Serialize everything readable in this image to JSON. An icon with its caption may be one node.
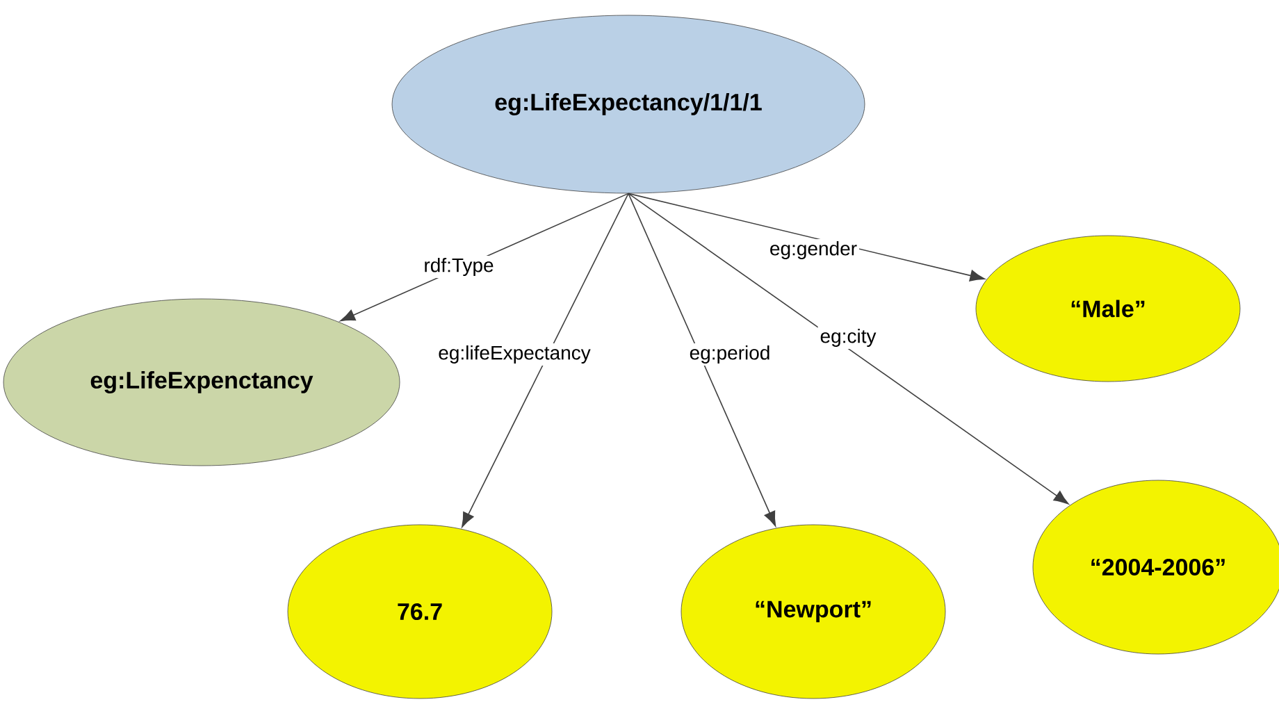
{
  "diagram": {
    "nodes": [
      {
        "text": [
          "eg:LifeExpectancy/1/1/1"
        ]
      },
      {
        "text": [
          "eg:LifeExpenctancy"
        ]
      },
      {
        "text": [
          "“Male”"
        ]
      },
      {
        "text": [
          "76.7"
        ]
      },
      {
        "text": [
          "“Newport”"
        ]
      },
      {
        "text": [
          "“2004-2006”"
        ]
      }
    ],
    "edges": [
      {
        "from": 0,
        "to": 1,
        "arrow": "to",
        "label": "rdf:Type"
      },
      {
        "from": 0,
        "to": 3,
        "arrow": "to",
        "label": "eg:lifeExpectancy"
      },
      {
        "from": 0,
        "to": 4,
        "arrow": "to",
        "label": "eg:period"
      },
      {
        "from": 0,
        "to": 5,
        "arrow": "to",
        "label": "eg:city"
      },
      {
        "from": 0,
        "to": 2,
        "arrow": "to",
        "label": "eg:gender"
      }
    ]
  }
}
